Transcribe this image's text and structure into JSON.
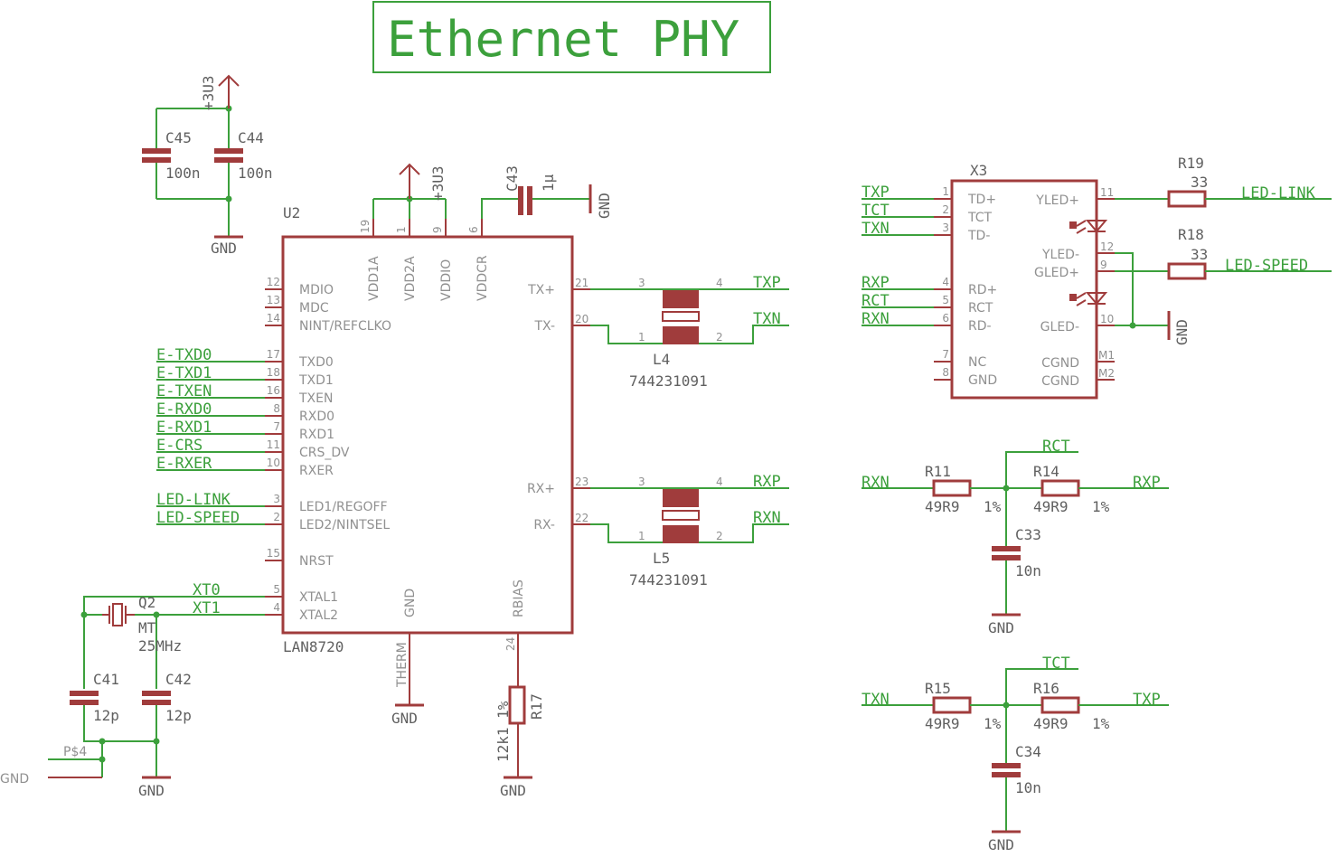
{
  "title": "Ethernet PHY",
  "u2": {
    "ref": "U2",
    "value": "LAN8720",
    "top_pins": [
      {
        "num": "19",
        "name": "VDD1A"
      },
      {
        "num": "1",
        "name": "VDD2A"
      },
      {
        "num": "9",
        "name": "VDDIO"
      },
      {
        "num": "6",
        "name": "VDDCR"
      }
    ],
    "left_pins": [
      {
        "num": "12",
        "name": "MDIO",
        "net": ""
      },
      {
        "num": "13",
        "name": "MDC",
        "net": ""
      },
      {
        "num": "14",
        "name": "NINT/REFCLKO",
        "net": ""
      },
      {
        "num": "17",
        "name": "TXD0",
        "net": "E-TXD0"
      },
      {
        "num": "18",
        "name": "TXD1",
        "net": "E-TXD1"
      },
      {
        "num": "16",
        "name": "TXEN",
        "net": "E-TXEN"
      },
      {
        "num": "8",
        "name": "RXD0",
        "net": "E-RXD0"
      },
      {
        "num": "7",
        "name": "RXD1",
        "net": "E-RXD1"
      },
      {
        "num": "11",
        "name": "CRS_DV",
        "net": "E-CRS"
      },
      {
        "num": "10",
        "name": "RXER",
        "net": "E-RXER"
      },
      {
        "num": "3",
        "name": "LED1/REGOFF",
        "net": "LED-LINK"
      },
      {
        "num": "2",
        "name": "LED2/NINTSEL",
        "net": "LED-SPEED"
      },
      {
        "num": "15",
        "name": "NRST",
        "net": ""
      },
      {
        "num": "5",
        "name": "XTAL1",
        "net": "XT0"
      },
      {
        "num": "4",
        "name": "XTAL2",
        "net": "XT1"
      }
    ],
    "right_pins": [
      {
        "num": "21",
        "name": "TX+"
      },
      {
        "num": "20",
        "name": "TX-"
      },
      {
        "num": "23",
        "name": "RX+"
      },
      {
        "num": "22",
        "name": "RX-"
      }
    ],
    "inner_gnd": "GND",
    "inner_rbias": "RBIAS",
    "therm": "THERM",
    "pin24": "24"
  },
  "power": {
    "v3": "+3U3",
    "gnd": "GND"
  },
  "caps": {
    "c45": {
      "ref": "C45",
      "value": "100n"
    },
    "c44": {
      "ref": "C44",
      "value": "100n"
    },
    "c43": {
      "ref": "C43",
      "value": "1µ"
    },
    "c41": {
      "ref": "C41",
      "value": "12p"
    },
    "c42": {
      "ref": "C42",
      "value": "12p"
    },
    "c33": {
      "ref": "C33",
      "value": "10n"
    },
    "c34": {
      "ref": "C34",
      "value": "10n"
    }
  },
  "crystal": {
    "ref": "Q2",
    "type": "MT",
    "value": "25MHz"
  },
  "r17": {
    "ref": "R17",
    "value": "12k1 1%"
  },
  "pad": {
    "ref": "P$4",
    "gnd": "GND"
  },
  "chokes": {
    "l4": {
      "ref": "L4",
      "value": "744231091",
      "pins": [
        "3",
        "4",
        "1",
        "2"
      ],
      "nets": [
        "TXP",
        "TXN"
      ]
    },
    "l5": {
      "ref": "L5",
      "value": "744231091",
      "pins": [
        "3",
        "4",
        "1",
        "2"
      ],
      "nets": [
        "RXP",
        "RXN"
      ]
    }
  },
  "x3": {
    "ref": "X3",
    "left_pins": [
      {
        "num": "1",
        "name": "TD+",
        "net": "TXP"
      },
      {
        "num": "2",
        "name": "TCT",
        "net": "TCT"
      },
      {
        "num": "3",
        "name": "TD-",
        "net": "TXN"
      },
      {
        "num": "4",
        "name": "RD+",
        "net": "RXP"
      },
      {
        "num": "5",
        "name": "RCT",
        "net": "RCT"
      },
      {
        "num": "6",
        "name": "RD-",
        "net": "RXN"
      },
      {
        "num": "7",
        "name": "NC",
        "net": ""
      },
      {
        "num": "8",
        "name": "GND",
        "net": ""
      }
    ],
    "right_pins": [
      {
        "num": "11",
        "name": "YLED+"
      },
      {
        "num": "12",
        "name": "YLED-"
      },
      {
        "num": "9",
        "name": "GLED+"
      },
      {
        "num": "10",
        "name": "GLED-"
      },
      {
        "num": "M1",
        "name": "CGND"
      },
      {
        "num": "M2",
        "name": "CGND"
      }
    ]
  },
  "r19": {
    "ref": "R19",
    "value": "33",
    "net": "LED-LINK"
  },
  "r18": {
    "ref": "R18",
    "value": "33",
    "net": "LED-SPEED"
  },
  "term_rx": {
    "r_left": "R11",
    "r_right": "R14",
    "value_left": "49R9",
    "value_right": "49R9",
    "tol": "1%",
    "net_left": "RXN",
    "net_right": "RXP",
    "center": "RCT"
  },
  "term_tx": {
    "r_left": "R15",
    "r_right": "R16",
    "value_left": "49R9",
    "value_right": "49R9",
    "tol": "1%",
    "net_left": "TXN",
    "net_right": "TXP",
    "center": "TCT"
  }
}
